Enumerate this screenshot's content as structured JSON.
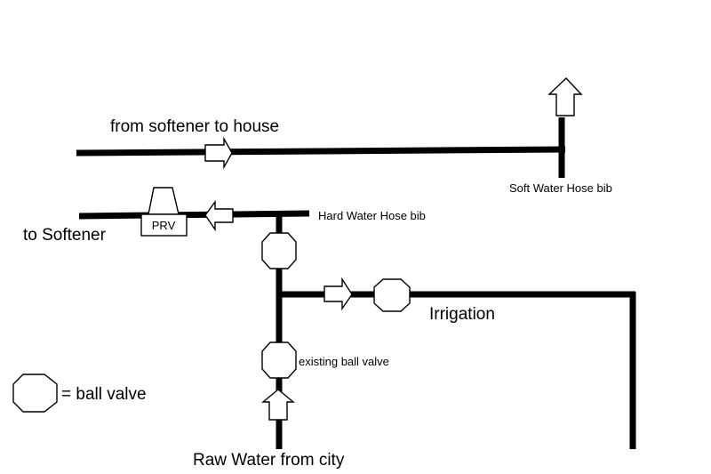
{
  "labels": {
    "from_softener_to_house": "from softener to house",
    "soft_water_hose_bib": "Soft Water Hose bib",
    "hard_water_hose_bib": "Hard Water Hose bib",
    "to_softener": "to Softener",
    "prv": "PRV",
    "irrigation": "Irrigation",
    "existing_ball_valve": "existing ball valve",
    "raw_water_from_city": "Raw Water from city"
  },
  "legend": {
    "ball_valve": "= ball valve"
  }
}
